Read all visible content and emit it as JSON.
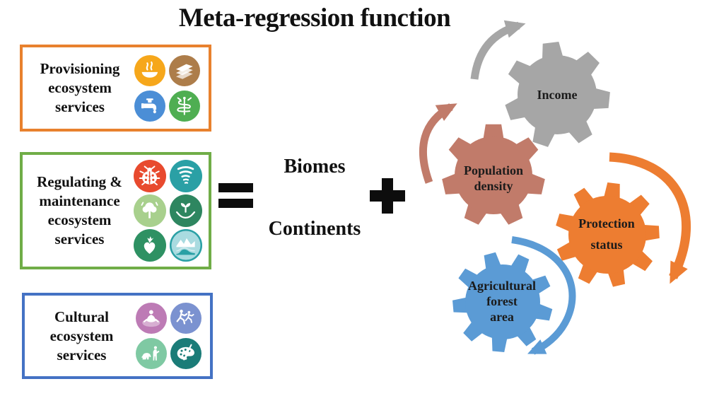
{
  "title": "Meta-regression function",
  "middle": {
    "biomes": "Biomes",
    "continents": "Continents"
  },
  "symbols": {
    "equals": "equals",
    "plus": "plus"
  },
  "left_column": {
    "boxes": [
      {
        "name": "provisioning",
        "label": "Provisioning\necosystem\nservices",
        "border_color": "#E8812E",
        "icons": [
          {
            "name": "food",
            "shape": "bowl",
            "bg": "#F6A71B"
          },
          {
            "name": "timber",
            "shape": "timber",
            "bg": "#AD7D4A"
          },
          {
            "name": "freshwater",
            "shape": "faucet",
            "bg": "#4B8ED6"
          },
          {
            "name": "medicine",
            "shape": "caduceus",
            "bg": "#4FAE52"
          }
        ]
      },
      {
        "name": "regulating-maintenance",
        "label": "Regulating &\nmaintenance\necosystem\nservices",
        "border_color": "#70AD47",
        "icons": [
          {
            "name": "pest-control",
            "shape": "ladybug",
            "bg": "#E84A2E"
          },
          {
            "name": "climate-regulation",
            "shape": "tornado",
            "bg": "#2AA0A5"
          },
          {
            "name": "air-quality",
            "shape": "tree",
            "bg": "#A8D08D"
          },
          {
            "name": "habitat",
            "shape": "hands-plant",
            "bg": "#2E8660"
          },
          {
            "name": "pollination",
            "shape": "berry",
            "bg": "#2E9163"
          },
          {
            "name": "water-flow",
            "shape": "landscape",
            "bg": "#A9DBE0",
            "ring": "#2AA0A5"
          }
        ]
      },
      {
        "name": "cultural",
        "label": "Cultural\necosystem\nservices",
        "border_color": "#4472C4",
        "icons": [
          {
            "name": "spiritual",
            "shape": "meditation",
            "bg": "#BD7BB5"
          },
          {
            "name": "recreation",
            "shape": "runners",
            "bg": "#7B92D0"
          },
          {
            "name": "wildlife-tourism",
            "shape": "wildlife",
            "bg": "#7FC9A3"
          },
          {
            "name": "art",
            "shape": "palette",
            "bg": "#1B7C78"
          }
        ]
      }
    ]
  },
  "gears": [
    {
      "label": [
        "Income"
      ],
      "color": "#A6A6A6"
    },
    {
      "label": [
        "Population",
        "density"
      ],
      "color": "#C17B6A"
    },
    {
      "label": [
        "Protection",
        "status"
      ],
      "color": "#ED7D31"
    },
    {
      "label": [
        "Agricultural",
        "forest",
        "area"
      ],
      "color": "#5B9BD5"
    }
  ]
}
